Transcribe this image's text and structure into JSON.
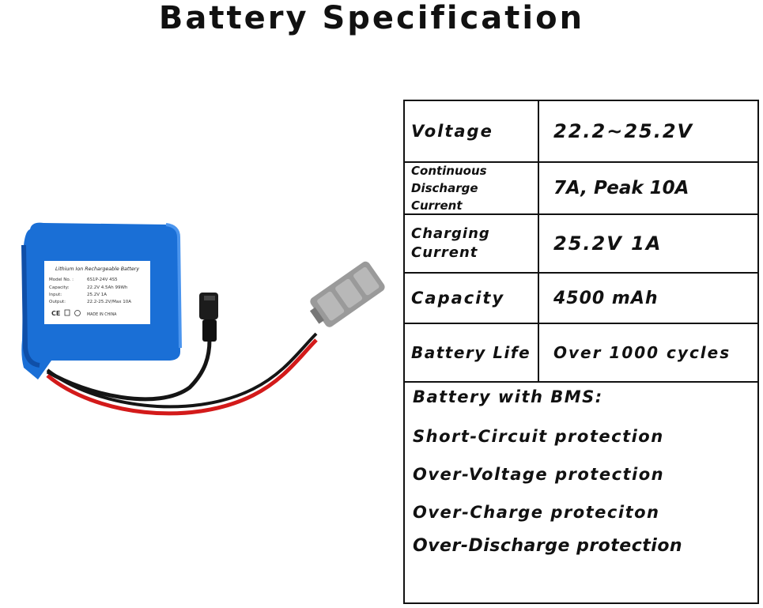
{
  "title": "Battery Specification",
  "label": {
    "heading": "Lithium Ion Rechargeable Battery",
    "model_key": "Model No. :",
    "model_val": "6S1P-24V 4S5",
    "capacity_key": "Capacity:",
    "capacity_val": "22.2V 4.5Ah 99Wh",
    "input_key": "Input:",
    "input_val": "25.2V 1A",
    "output_key": "Output:",
    "output_val": "22.2-25.2V/Max 10A",
    "origin": "MADE IN CHINA"
  },
  "specs": [
    {
      "key": "Voltage",
      "value": "22.2~25.2V"
    },
    {
      "key": "Continuous Discharge Current",
      "value": "7A, Peak 10A"
    },
    {
      "key": "Charging Current",
      "value": "25.2V 1A"
    },
    {
      "key": "Capacity",
      "value": "4500 mAh"
    },
    {
      "key": "Battery Life",
      "value": "Over 1000 cycles"
    }
  ],
  "bms": {
    "heading": "Battery with BMS:",
    "items": [
      "Short-Circuit protection",
      "Over-Voltage protection",
      "Over-Charge proteciton",
      "Over-Discharge protection"
    ]
  },
  "colors": {
    "battery_blue": "#1a6fd6",
    "wire_red": "#d31a1a",
    "wire_black": "#151515",
    "connector_grey": "#9a9a9a"
  }
}
